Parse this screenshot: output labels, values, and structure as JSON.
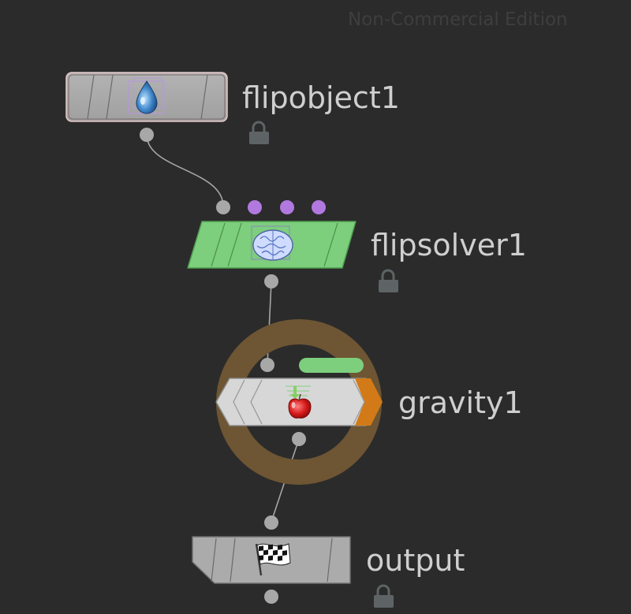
{
  "app": {
    "watermark": "Non-Commercial Edition"
  },
  "colors": {
    "background": "#2b2b2b",
    "node_gray": "#a9a9a9",
    "solver_green": "#7dce7d",
    "bypass_ring": "#6e5533",
    "output_flag_orange": "#d27a17",
    "input_purple": "#b179e0",
    "connector_gray": "#a8a8a8",
    "label_text": "#cfcfcf"
  },
  "nodes": {
    "flipobject": {
      "name": "flipobject1",
      "icon": "water-drop-icon",
      "locked": true
    },
    "flipsolver": {
      "name": "flipsolver1",
      "icon": "brain-icon",
      "locked": true
    },
    "gravity": {
      "name": "gravity1",
      "icon": "falling-apple-icon",
      "locked": false,
      "bypassed_ring": true,
      "display_flag": true
    },
    "output": {
      "name": "output",
      "icon": "checkered-flag-icon",
      "locked": true
    }
  }
}
